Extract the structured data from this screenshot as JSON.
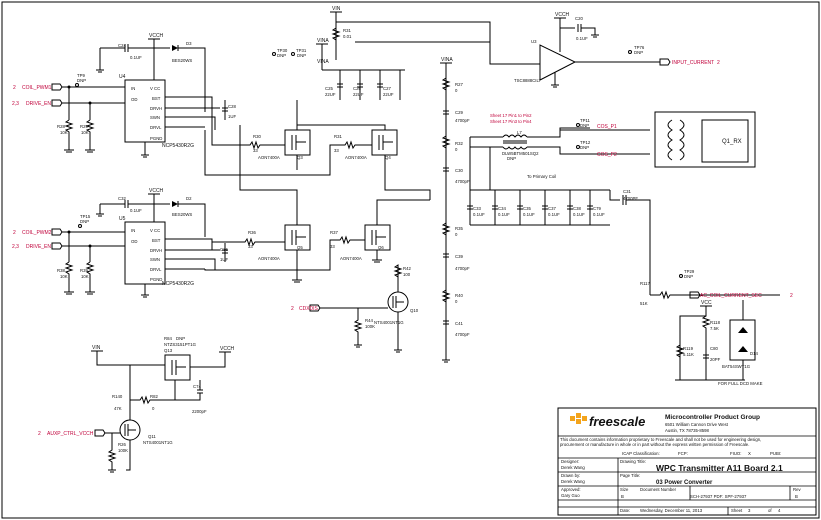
{
  "ports": {
    "coil_pwm1": "COIL_PWM1",
    "drive_en1": "DRIVE_EN",
    "coil_pwm2": "COIL_PWM2",
    "drive_en2": "DRIVE_EN",
    "cdx_dis": "CDXDIS",
    "aux_ctrl": "AUXP_CTRL_VCCH",
    "input_current": "INPUT_CURRENT",
    "ac_coil_current": "AC_COIL_CURRENT_SEC",
    "cos_p1": "COS_P1",
    "cos_p2": "COS_P2",
    "n2": "2",
    "n23": "2,3",
    "n3": "3"
  },
  "rails": {
    "vin": "VIN",
    "vcch": "VCCH",
    "vina": "VINA",
    "vcc": "VCC"
  },
  "components": {
    "u4": "U4",
    "u4_part": "NCP5430R2G",
    "u5": "U5",
    "u5_part": "NCP5430R2G",
    "u3": "U3",
    "u3_part": "TSC8888CILT",
    "d3": "D3",
    "d3_part": "BES20WS",
    "d2": "D2",
    "d2_part": "BES20WS",
    "q3": "Q3",
    "q3_part": "AON7400A",
    "q4": "Q4",
    "q4_part": "AON7400A",
    "q5": "Q5",
    "q5_part": "AON7400A",
    "q6": "Q6",
    "q6_part": "AON7400A",
    "q10": "Q10",
    "q10_part": "NTS4001NT1G",
    "q11": "Q11",
    "q11_part": "NTS4001NT1G",
    "q13": "Q13",
    "q13_part": "NTZS3151PT1G",
    "d14": "D14",
    "d14_part": "BAT54SWT1G",
    "l7": "L7",
    "l7_part": "DLW5BTM501SQ2",
    "q1rx": "Q1_RX",
    "r31": "R31",
    "r31_val": "0.01",
    "r27": "R27",
    "r32": "R32",
    "r35": "R35",
    "r40": "R40",
    "c24": "C24",
    "c24_val": "0.1UF",
    "c32": "C32",
    "c32_val": "0.1UF",
    "c28": "C28",
    "c28_val": "1UF",
    "c36": "C36",
    "c36_val": "1UF",
    "c25": "C25",
    "c25_val": "22UF",
    "c26": "C26",
    "c26_val": "22UF",
    "c27": "C27",
    "c27_val": "22UF",
    "c20": "C20",
    "c20_val": "0.1UF",
    "c29": "C29",
    "c30": "C30",
    "c39": "C39",
    "c41": "C41",
    "cap_4700": "4700pF",
    "c33": "C33",
    "c34": "C34",
    "c35": "C35",
    "c37": "C37",
    "c38": "C38",
    "c79": "C79",
    "cap_01": "0.1UF",
    "c31": "C31",
    "c31_val": "4700PF",
    "c74": "C74",
    "c74_val": "2200pF",
    "c80": "C80",
    "c80_val": "20PF",
    "r28": "R28",
    "r29": "R29",
    "r38": "R38",
    "r39": "R39",
    "r10k": "10K",
    "r30": "R30",
    "r31b": "R31",
    "r36": "R36",
    "r37": "R37",
    "r33": "33",
    "r42": "R42",
    "r42_val": "100",
    "r44": "R44",
    "r44_val": "100K",
    "r117": "R117",
    "r117_val": "51K",
    "r118": "R118",
    "r118_val": "7.5K",
    "r119": "R119",
    "r119_val": "5.11K",
    "r26": "R26",
    "r26_val": "100K",
    "r140": "R140",
    "r140_val": "47K",
    "r82": "R82",
    "r82_val": "0",
    "r84": "R84",
    "r84_val": "DNP",
    "zero": "0",
    "tp30": "TP30",
    "tp31": "TP31",
    "tp9": "TP9",
    "tp15": "TP15",
    "tp76": "TP76",
    "tp11": "TP11",
    "tp12": "TP12",
    "tp29": "TP29",
    "dnp": "DNP"
  },
  "pins": {
    "in": "IN",
    "vcc": "V CC",
    "bst": "BST",
    "drvh": "DRVH",
    "swn": "SWN",
    "drvl": "DRVL",
    "od": "OD",
    "pgnd": "PGND"
  },
  "notes": {
    "sheet17a": "Sheet 17 Pin1 to Pin2",
    "sheet17b": "Sheet 17 Pin3 to Pin4",
    "to_primary": "To Primary Coil",
    "for_full": "FOR FULL DCD MAKE"
  },
  "title_block": {
    "company": "Microcontroller Product Group",
    "address1": "6501 William Cannon Drive West",
    "address2": "Austin, TX 78735-8598",
    "logo": "freescale",
    "disclaimer1": "This document contains information proprietary to Freescale and shall not be used for engineering design,",
    "disclaimer2": "procurement or manufacture in whole or in part without the express written permission of Freescale.",
    "icap_label": "ICAP Classification:",
    "fcp_label": "FCP:",
    "fiuo_label": "FIUO:",
    "fiuo_val": "X",
    "pubi_label": "PUBI:",
    "designer_label": "Designer:",
    "designer": "Derek Wang",
    "drawing_title_label": "Drawing Title:",
    "drawing_title": "WPC Transmitter A11 Board 2.1",
    "drawn_label": "Drawn by:",
    "drawn": "Derek Wang",
    "page_title_label": "Page Title:",
    "page_title": "03 Power Converter",
    "approved_label": "Approved:",
    "approved": "Gary Guo",
    "size_label": "Size",
    "size": "B",
    "docnum_label": "Document Number",
    "docnum": "SCH-27937 PDF: SPF-27937",
    "rev_label": "Rev",
    "rev": "B",
    "date_label": "Date:",
    "date": "Wednesday, December 11, 2013",
    "sheet_label": "Sheet",
    "sheet": "3",
    "of_label": "of",
    "of": "4"
  }
}
